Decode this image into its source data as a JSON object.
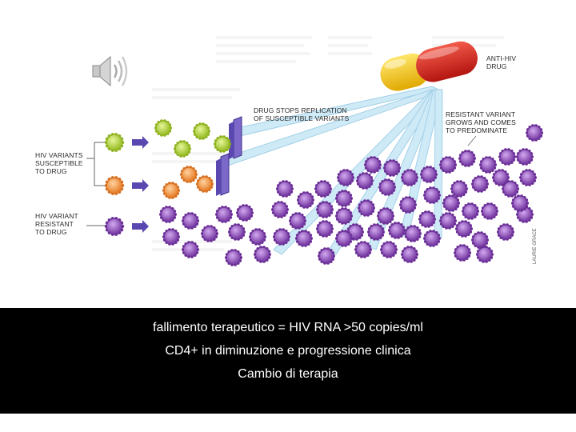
{
  "figure": {
    "labels": {
      "anti_hiv_drug": [
        "ANTI-HIV",
        "DRUG"
      ],
      "drug_stops": [
        "DRUG STOPS REPLICATION",
        "OF SUSCEPTIBLE VARIANTS"
      ],
      "resistant_grows": [
        "RESISTANT VARIANT",
        "GROWS AND COMES",
        "TO PREDOMINATE"
      ],
      "susceptible": [
        "HIV VARIANTS",
        "SUSCEPTIBLE",
        "TO DRUG"
      ],
      "resistant": [
        "HIV VARIANT",
        "RESISTANT",
        "TO DRUG"
      ]
    },
    "credit": "LAURIE GRACE",
    "colors": {
      "susceptible_green": "#b6d63c",
      "susceptible_orange": "#f0a04a",
      "resistant_purple": "#8e4fb8",
      "capsule_yellow": "#f2c400",
      "capsule_red": "#d9231d",
      "rays": "#bfe3f5",
      "arrows": "#5a48b0"
    },
    "speaker_icon": "speaker-icon"
  },
  "caption": {
    "line1": "fallimento terapeutico = HIV RNA >50 copies/ml",
    "line2": "CD4+ in diminuzione  e progressione clinica",
    "line3": "Cambio di terapia"
  }
}
